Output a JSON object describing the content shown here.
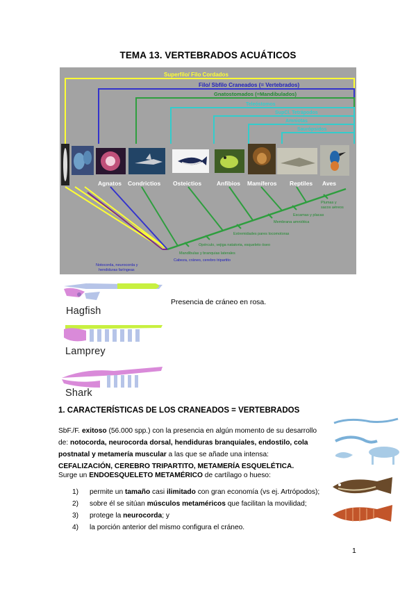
{
  "title": "TEMA 13. VERTEBRADOS ACUÁTICOS",
  "cladogram": {
    "clade_labels": [
      "Superfilo/ Filo Cordados",
      "Filo/ Sbfilo Craneados (= Vertebrados)",
      "Gnatostomados (=Mandibulados)",
      "Teleóstomos",
      "SupCl. Tetrápodos",
      "Amniotas",
      "Saurópsidos"
    ],
    "taxa": [
      "Agnatos",
      "Condrictios",
      "Osteictios",
      "Anfibios",
      "Mamíferos",
      "Reptiles",
      "Aves"
    ],
    "traits": [
      "Plumas y sacos aéreos",
      "Escamas y placas",
      "Membrana amniótica",
      "Extremidades pares locomotoras",
      "Opérculo, vejiga natatoria, esqueleto óseo",
      "Mandíbulas y branquias laterales",
      "Cabeza, cráneo, cerebro tripartito",
      "Notocorda, neurocorda y hendiduras faríngeas"
    ],
    "colors": {
      "background": "#a3a3a3",
      "yellow": "#ffff33",
      "blue": "#3333cc",
      "green": "#2e9e3e",
      "cyan": "#33cccc",
      "purple": "#7a2a8a"
    }
  },
  "skull_caption": "Presencia de cráneo en rosa.",
  "fish_labels": [
    "Hagfish",
    "Lamprey",
    "Shark"
  ],
  "section": {
    "heading": "1.   CARACTERÍSTICAS DE LOS CRANEADOS = VERTEBRADOS",
    "p1": {
      "a": "SbF./F. ",
      "b": "exitoso",
      "c": " (56.000 spp.) con la presencia en algún momento de su desarrollo de: ",
      "d": "notocorda, neurocorda dorsal, hendiduras branquiales, endostilo, cola postnatal y metamería muscular",
      "e": " a las que se añade una intensa: ",
      "f": "CEFALIZACIÓN, CEREBRO TRIPARTITO, METAMERÍA ESQUELÉTICA."
    },
    "p2": {
      "a": "Surge un ",
      "b": "ENDOESQUELETO METAMÉRICO",
      "c": " de cartílago o hueso:"
    },
    "list": [
      {
        "num": "1)",
        "a": "permite un ",
        "b": "tamaño",
        "c": " casi ",
        "d": "ilimitado",
        "e": " con gran economía (vs ej. Artrópodos);"
      },
      {
        "num": "2)",
        "a": "sobre él se sitúan ",
        "b": "músculos metaméricos",
        "c": " que facilitan la movilidad;",
        "d": "",
        "e": ""
      },
      {
        "num": "3)",
        "a": "protege la ",
        "b": "neurocorda",
        "c": "; y",
        "d": "",
        "e": ""
      },
      {
        "num": "4)",
        "a": "la porción anterior del mismo configura el cráneo.",
        "b": "",
        "c": "",
        "d": "",
        "e": ""
      }
    ]
  },
  "page_number": "1"
}
